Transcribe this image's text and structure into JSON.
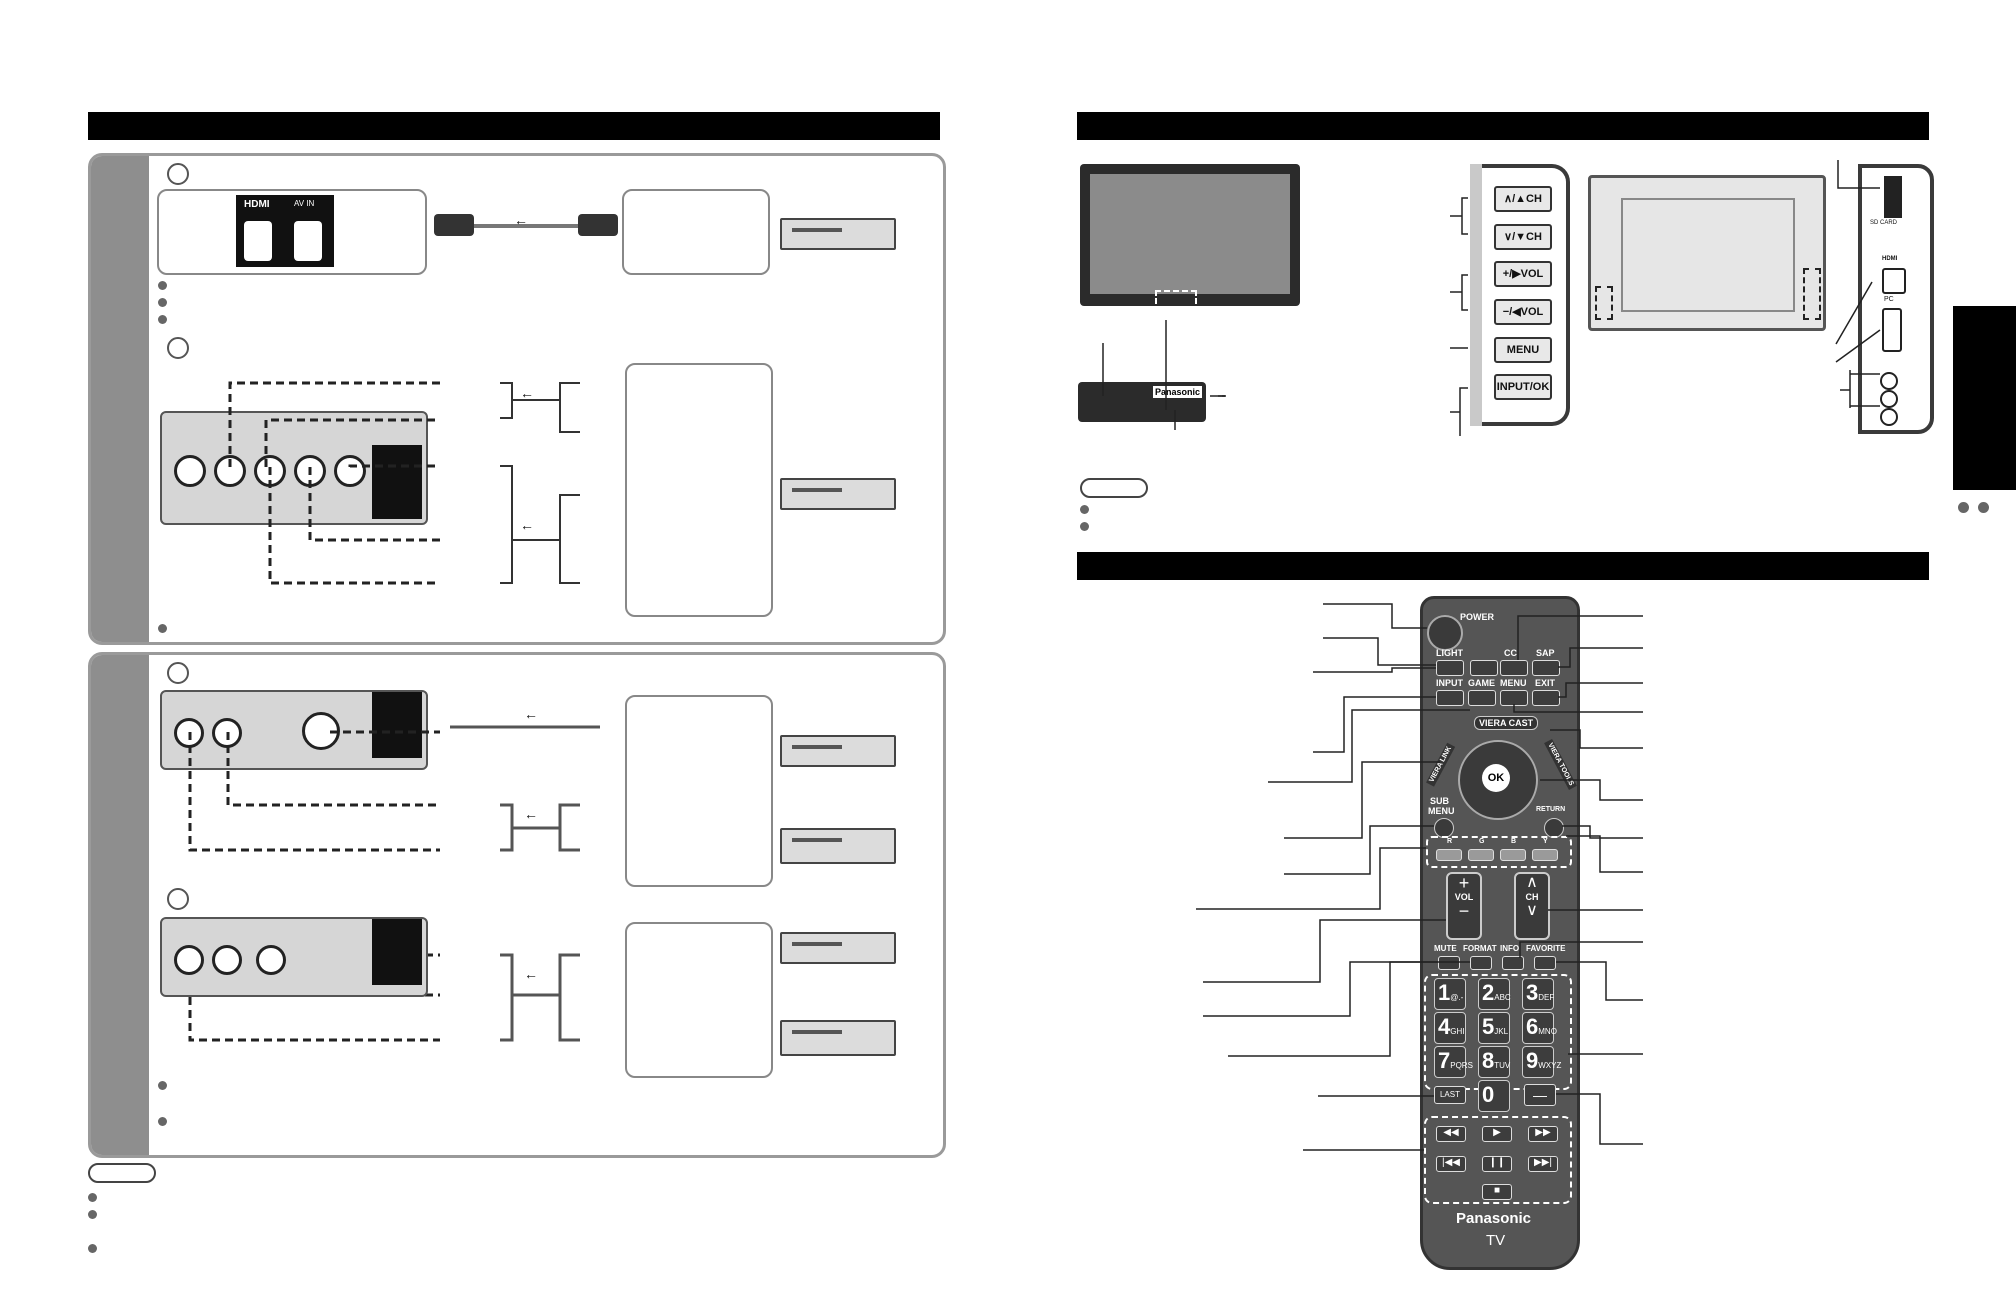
{
  "hdmi": {
    "logo": "HDMI",
    "av_in": "AV IN"
  },
  "tv_front": {
    "brand": "Panasonic"
  },
  "tv_buttons": [
    {
      "label": "∧/▲CH"
    },
    {
      "label": "∨/▼CH"
    },
    {
      "label": "+/▶VOL"
    },
    {
      "label": "−/◀VOL"
    },
    {
      "label": "MENU"
    },
    {
      "label": "INPUT/OK"
    }
  ],
  "side_panel": {
    "sd_card": "SD CARD",
    "hdmi": "HDMI",
    "pc": "PC"
  },
  "remote": {
    "power": "POWER",
    "light": "LIGHT",
    "cc": "CC",
    "sap": "SAP",
    "input": "INPUT",
    "game": "GAME",
    "menu": "MENU",
    "exit": "EXIT",
    "viera_cast": "VIERA CAST",
    "viera_link": "VIERA LINK",
    "viera_tools": "VIERA TOOLS",
    "ok": "OK",
    "sub_menu_1": "SUB",
    "sub_menu_2": "MENU",
    "return": "RETURN",
    "colors": [
      "R",
      "G",
      "B",
      "Y"
    ],
    "vol": "VOL",
    "ch": "CH",
    "mute": "MUTE",
    "format": "FORMAT",
    "info": "INFO",
    "favorite": "FAVORITE",
    "keys": [
      {
        "n": "1",
        "s": "@.-"
      },
      {
        "n": "2",
        "s": "ABC"
      },
      {
        "n": "3",
        "s": "DEF"
      },
      {
        "n": "4",
        "s": "GHI"
      },
      {
        "n": "5",
        "s": "JKL"
      },
      {
        "n": "6",
        "s": "MNO"
      },
      {
        "n": "7",
        "s": "PQRS"
      },
      {
        "n": "8",
        "s": "TUV"
      },
      {
        "n": "9",
        "s": "WXYZ"
      }
    ],
    "zero": "0",
    "last": "LAST",
    "dash": "—",
    "brand": "Panasonic",
    "tv": "TV"
  }
}
